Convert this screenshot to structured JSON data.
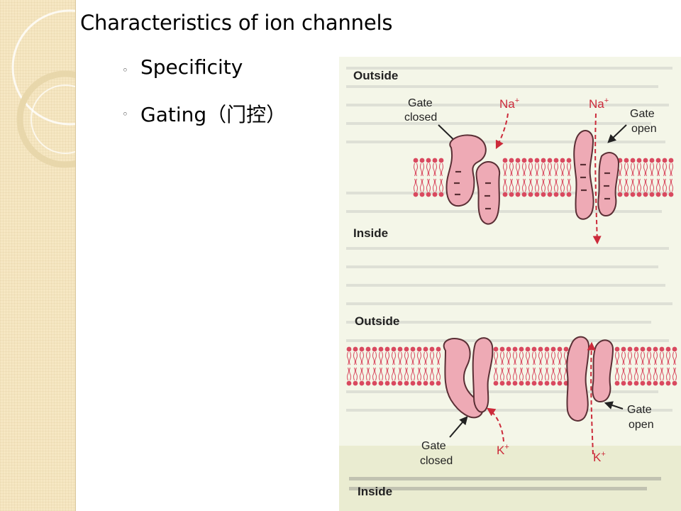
{
  "slide": {
    "title": "Characteristics of ion channels",
    "bullets": [
      {
        "marker": "◦",
        "text": "Specificity"
      },
      {
        "marker": "◦",
        "text": "Gating（门控）"
      }
    ]
  },
  "figure": {
    "top_panel": {
      "outside_label": "Outside",
      "inside_label": "Inside",
      "gate_closed_label": [
        "Gate",
        "closed"
      ],
      "gate_open_label": [
        "Gate",
        "open"
      ],
      "ion_left": "Na",
      "ion_right": "Na",
      "ion_charge": "+"
    },
    "bottom_panel": {
      "outside_label": "Outside",
      "inside_label": "Inside",
      "gate_closed_label": [
        "Gate",
        "closed"
      ],
      "gate_open_label": [
        "Gate",
        "open"
      ],
      "ion_left": "K",
      "ion_right": "K",
      "ion_charge": "+"
    }
  },
  "colors": {
    "sidebar": "#f6e7c3",
    "figure_bg": "#f4f6e8",
    "membrane": "#d9495f",
    "protein_fill": "#eeaab5",
    "protein_stroke": "#5a2f35",
    "arrow": "#cc2a3a"
  }
}
